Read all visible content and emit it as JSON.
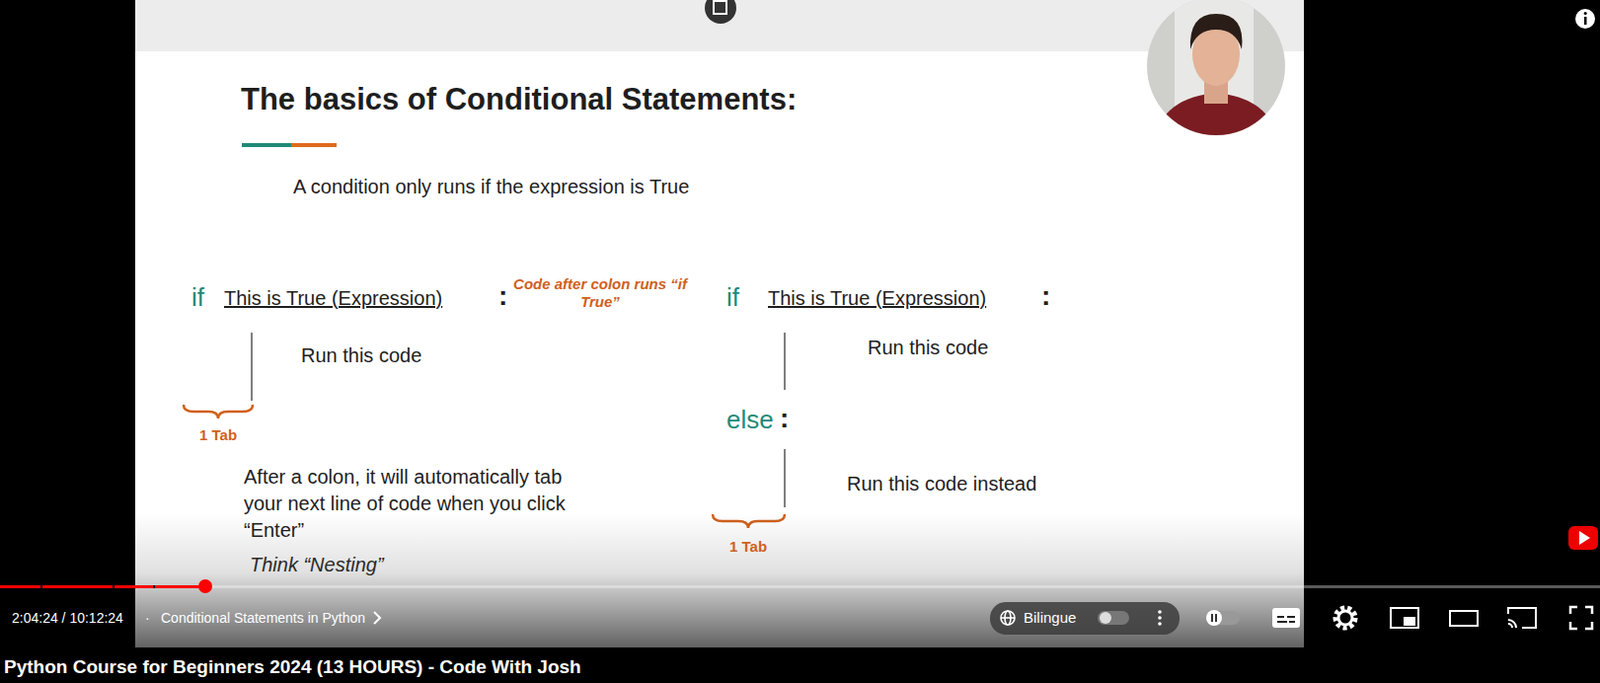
{
  "diagram": {
    "title": "The basics of Conditional Statements:",
    "labels": [
      "A condition only runs if the expression is True",
      "if",
      "This is True (Expression)",
      ":",
      "Code after colon runs “if True”",
      "if",
      "This is True (Expression)",
      ":",
      "Run this code",
      "Run this code",
      "1 Tab",
      "else",
      ":",
      "After a colon, it will automatically tab your next line of code when you click “Enter”",
      "Run this code instead",
      "1 Tab",
      "Think “Nesting”",
      "2:04:24 / 10:12:24",
      "·",
      "Conditional Statements in Python",
      "Bilingue",
      "Python Course for Beginners 2024 (13 HOURS) - Code With Josh"
    ]
  }
}
